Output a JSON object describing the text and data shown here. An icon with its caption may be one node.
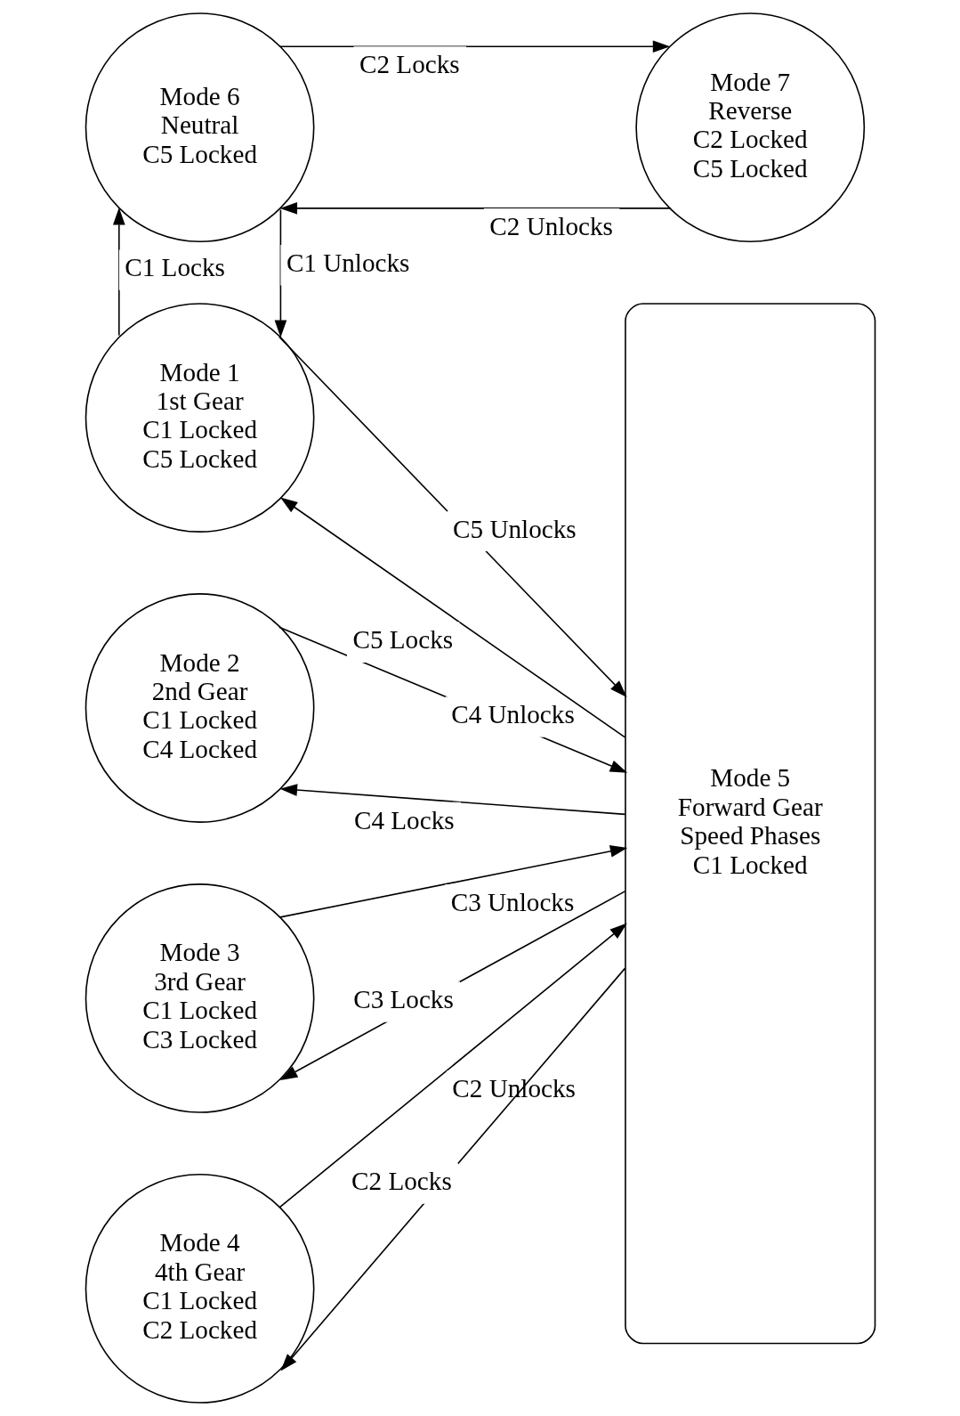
{
  "diagram": {
    "nodes": [
      {
        "text": [
          "Mode 6",
          "Neutral",
          "C5 Locked"
        ]
      },
      {
        "text": [
          "Mode 7",
          "Reverse",
          "C2 Locked",
          "C5 Locked"
        ]
      },
      {
        "text": [
          "Mode 1",
          "1st Gear",
          "C1 Locked",
          "C5 Locked"
        ]
      },
      {
        "text": [
          "Mode 2",
          "2nd Gear",
          "C1 Locked",
          "C4 Locked"
        ]
      },
      {
        "text": [
          "Mode 3",
          "3rd Gear",
          "C1 Locked",
          "C3 Locked"
        ]
      },
      {
        "text": [
          "Mode 4",
          "4th Gear",
          "C1 Locked",
          "C2 Locked"
        ]
      },
      {
        "text": [
          "Mode 5",
          "Forward Gear",
          "Speed Phases",
          "C1 Locked"
        ]
      }
    ],
    "edges": [
      {
        "from": 0,
        "to": 1,
        "arrow": "to",
        "label": "C2 Locks"
      },
      {
        "from": 1,
        "to": 0,
        "arrow": "to",
        "label": "C2 Unlocks"
      },
      {
        "from": 2,
        "to": 0,
        "arrow": "to",
        "label": "C1 Locks"
      },
      {
        "from": 0,
        "to": 2,
        "arrow": "to",
        "label": "C1 Unlocks"
      },
      {
        "from": 2,
        "to": 6,
        "arrow": "to",
        "label": "C5 Unlocks"
      },
      {
        "from": 6,
        "to": 2,
        "arrow": "to",
        "label": "C5 Locks"
      },
      {
        "from": 3,
        "to": 6,
        "arrow": "to",
        "label": "C4 Unlocks"
      },
      {
        "from": 6,
        "to": 3,
        "arrow": "to",
        "label": "C4 Locks"
      },
      {
        "from": 4,
        "to": 6,
        "arrow": "to",
        "label": "C3 Unlocks"
      },
      {
        "from": 6,
        "to": 4,
        "arrow": "to",
        "label": "C3 Locks"
      },
      {
        "from": 5,
        "to": 6,
        "arrow": "to",
        "label": "C2 Unlocks"
      },
      {
        "from": 6,
        "to": 5,
        "arrow": "to",
        "label": "C2 Locks"
      }
    ]
  }
}
